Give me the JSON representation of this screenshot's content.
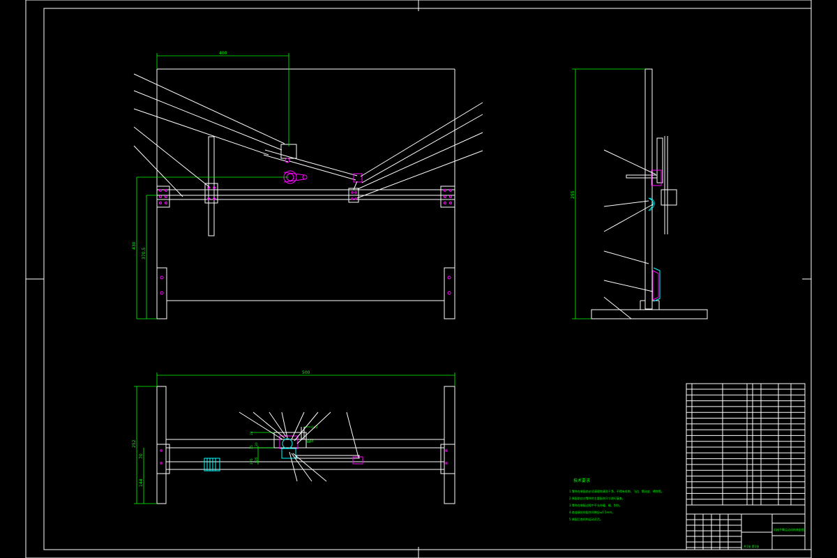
{
  "dimensions": {
    "front_top_width": "400",
    "front_height_total": "430",
    "front_height_inner": "370.5",
    "side_height": "255",
    "top_width": "500",
    "top_height": "252",
    "top_d1": "70",
    "top_d2": "144",
    "top_detail_1": "24",
    "top_detail_2": "20",
    "top_detail_3": "25",
    "top_detail_4": "105",
    "top_detail_5": "125",
    "top_detail_6": "∅42",
    "top_detail_7": "∅60"
  },
  "notes": {
    "title": "技术要求",
    "items": [
      "1.零件在装配前必须清理和清洗干净，不得有毛刺、飞边、氧化皮、锈蚀等。",
      "2.装配前应对零件的主要配合尺寸进行复查。",
      "3.零件在装配过程中不允许磕、碰、划伤。",
      "4.各连接处的配合间隙应≤0.5mm。",
      "5.装配后各机构运动灵活。"
    ]
  },
  "title_block": {
    "drawing_title": "机械手臂运动机构装配图",
    "sheet": "共1张 第1张"
  }
}
